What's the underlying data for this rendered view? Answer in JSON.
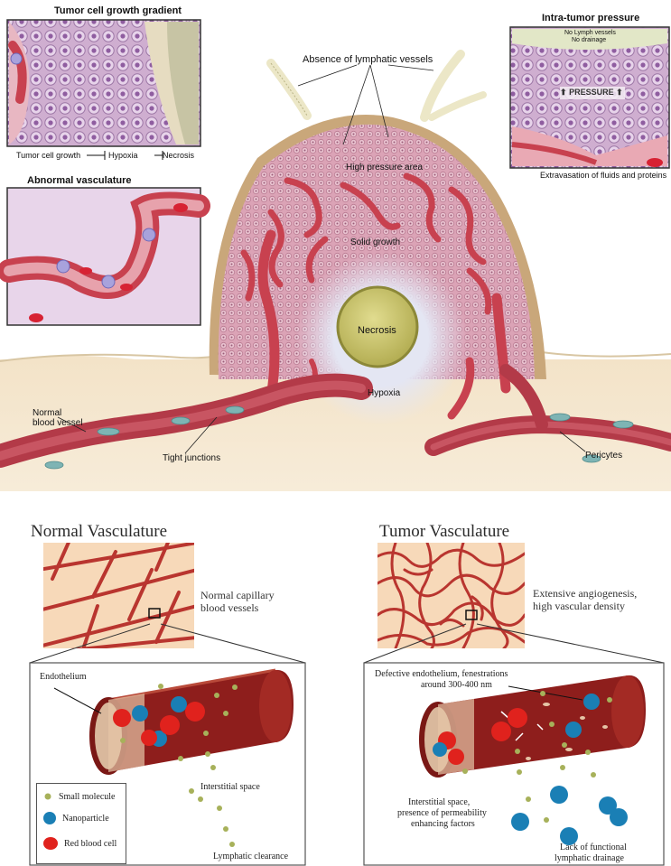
{
  "top": {
    "panels": {
      "growth_gradient": {
        "title": "Tumor cell growth gradient",
        "axis": [
          "Tumor cell growth",
          "Hypoxia",
          "Necrosis"
        ]
      },
      "abnormal_vasculature": {
        "title": "Abnormal vasculature"
      },
      "intra_tumor_pressure": {
        "title": "Intra-tumor pressure",
        "note_line1": "No Lymph vessels",
        "note_line2": "No drainage",
        "pressure": "PRESSURE",
        "extravasation": "Extravasation of fluids and proteins"
      }
    },
    "labels": {
      "absence_lymphatic": "Absence of lymphatic vessels",
      "high_pressure": "High pressure area",
      "solid_growth": "Solid growth",
      "necrosis": "Necrosis",
      "hypoxia": "Hypoxia",
      "normal_vessel_line1": "Normal",
      "normal_vessel_line2": "blood vessel",
      "tight_junctions": "Tight junctions",
      "pericytes": "Pericytes"
    }
  },
  "bottom": {
    "normal": {
      "title": "Normal Vasculature",
      "caption_line1": "Normal capillary",
      "caption_line2": "blood vessels",
      "endothelium": "Endothelium",
      "interstitial": "Interstitial space",
      "clearance": "Lymphatic clearance"
    },
    "tumor": {
      "title": "Tumor Vasculature",
      "caption_line1": "Extensive angiogenesis,",
      "caption_line2": "high vascular density",
      "defective_line1": "Defective endothelium, fenestrations",
      "defective_line2": "around 300-400 nm",
      "interstitial_line1": "Interstitial space,",
      "interstitial_line2": "presence of permeability",
      "interstitial_line3": "enhancing factors",
      "drainage_line1": "Lack of functional",
      "drainage_line2": "lymphatic drainage"
    },
    "legend": {
      "small_molecule": "Small molecule",
      "nanoparticle": "Nanoparticle",
      "red_blood_cell": "Red blood cell"
    }
  },
  "colors": {
    "vessel": "#c8414f",
    "tissue": "#f3e3c8",
    "tumor": "#d9a0b0",
    "necrosis": "#c9c46a",
    "nanoparticle": "#1a7fb5",
    "rbc": "#e0221d",
    "small_molecule": "#a7b15a"
  }
}
